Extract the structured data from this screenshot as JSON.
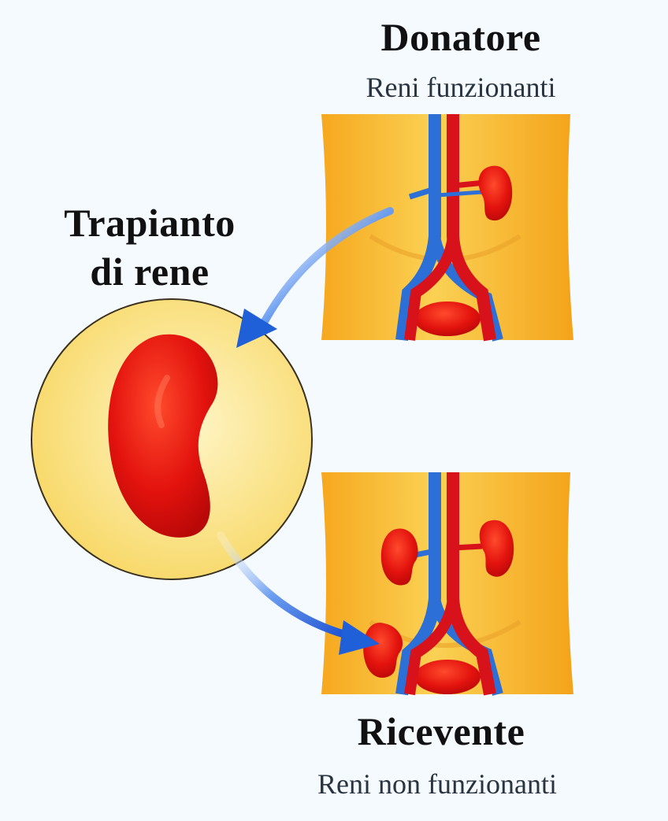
{
  "donor": {
    "title": "Donatore",
    "subtitle": "Reni funzionanti"
  },
  "transplant": {
    "line1": "Trapianto",
    "line2": "di rene"
  },
  "recipient": {
    "title": "Ricevente",
    "subtitle": "Reni non funzionanti"
  },
  "colors": {
    "background": "#f4fafe",
    "skin": "#f9c23a",
    "kidney": "#e0140e",
    "vein": "#2c6fd6",
    "artery": "#d8121a",
    "arrow": "#1f5fd8"
  }
}
